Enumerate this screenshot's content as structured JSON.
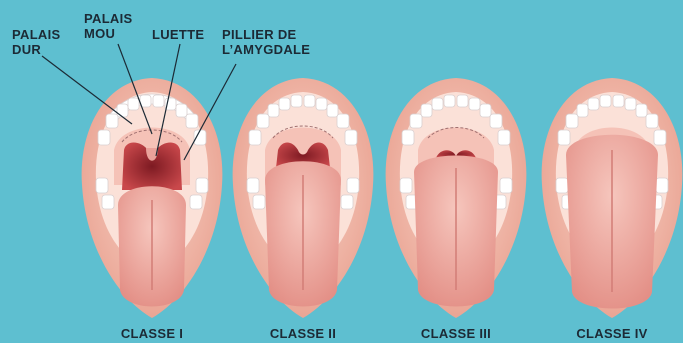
{
  "labels": {
    "palais_dur": [
      "PALAIS",
      "DUR"
    ],
    "palais_mou": [
      "PALAIS",
      "MOU"
    ],
    "luette": "LUETTE",
    "pillier": [
      "PILLIER DE",
      "L’AMYGDALE"
    ]
  },
  "classes": [
    "CLASSE I",
    "CLASSE II",
    "CLASSE III",
    "CLASSE IV"
  ],
  "colors": {
    "background": "#5ebfd0",
    "lip": "#f2b8a8",
    "teeth": "#ffffff",
    "throat": "#b8383c",
    "tongue": "#eea39a",
    "text": "#1c2a35"
  }
}
